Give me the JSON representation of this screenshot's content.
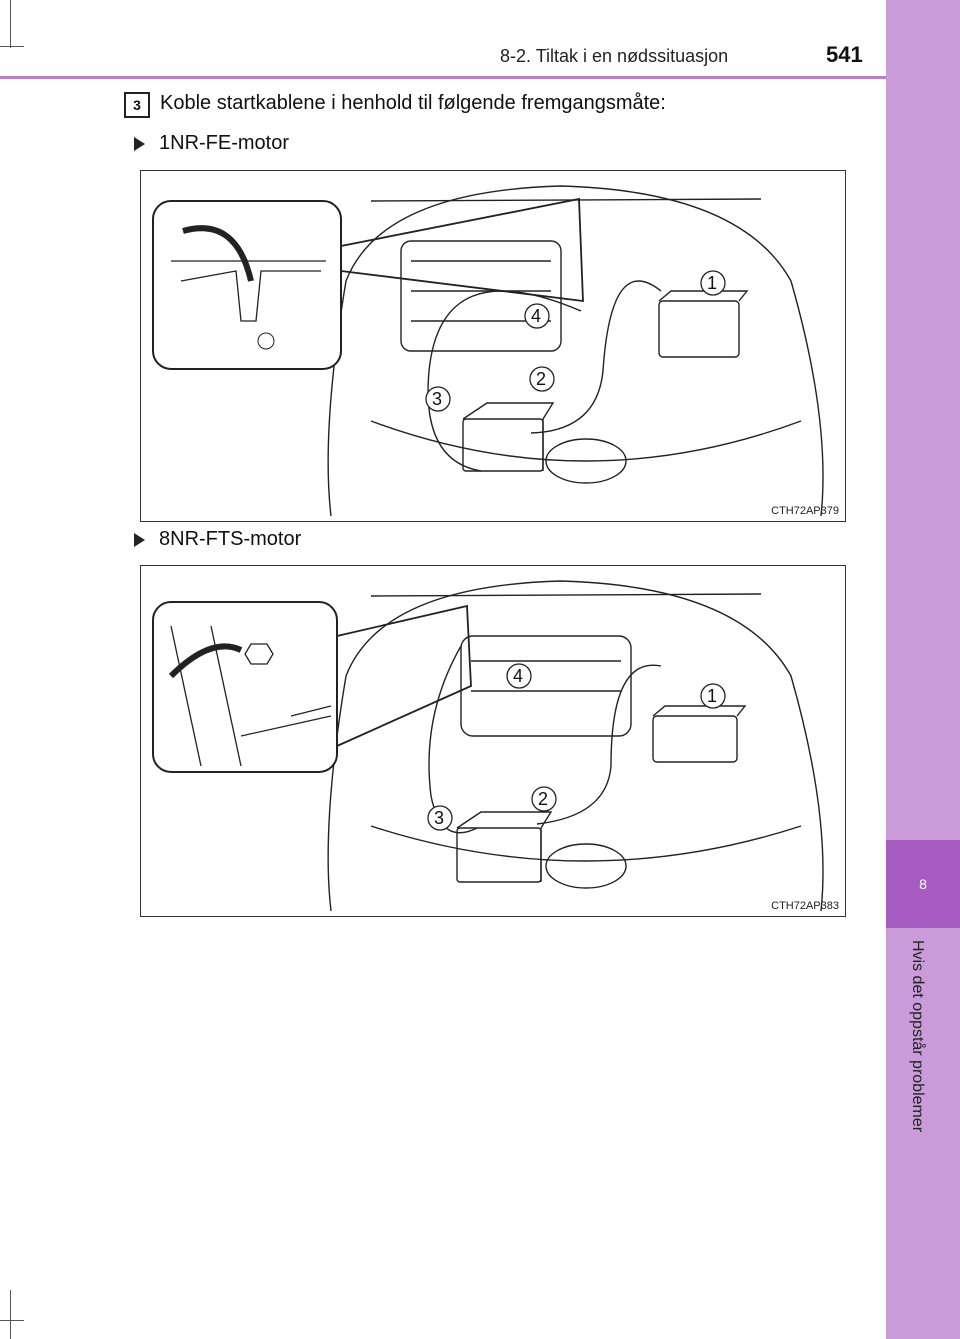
{
  "header": {
    "section_title": "8-2. Tiltak i en nødssituasjon",
    "page_number": "541"
  },
  "sidebar": {
    "chapter_number": "8",
    "chapter_title": "Hvis det oppstår problemer",
    "color": "#c99bd8",
    "accent": "#a65cc0"
  },
  "step": {
    "number": "3",
    "text": "Koble startkablene i henhold til følgende fremgangsmåte:"
  },
  "figures": [
    {
      "caption": "1NR-FE-motor",
      "code": "CTH72AP379",
      "labels": [
        "1",
        "2",
        "3",
        "4"
      ]
    },
    {
      "caption": "8NR-FTS-motor",
      "code": "CTH72AP383",
      "labels": [
        "1",
        "2",
        "3",
        "4"
      ]
    }
  ]
}
